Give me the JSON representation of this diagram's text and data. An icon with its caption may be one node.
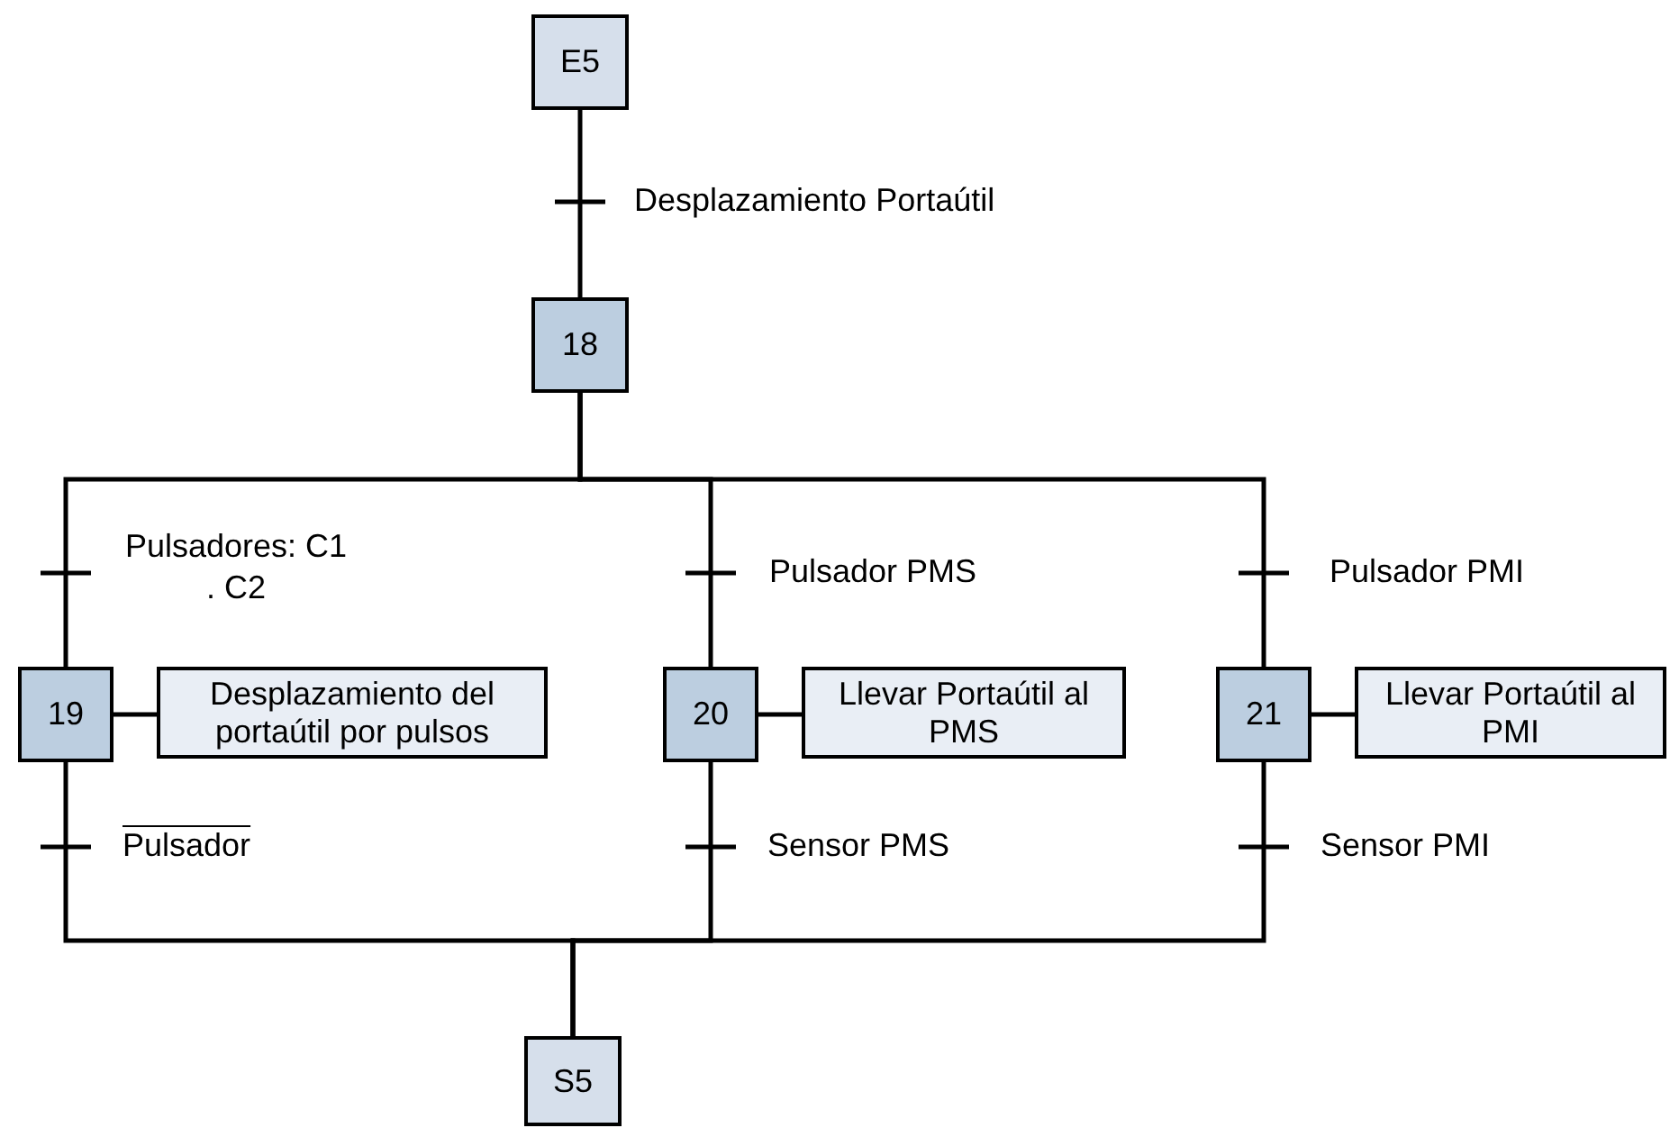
{
  "diagram": {
    "nodes": [
      {
        "text": [
          "E5"
        ]
      },
      {
        "text": [
          "18"
        ]
      },
      {
        "text": [
          "19"
        ]
      },
      {
        "text": [
          "Desplazamiento del portaútil por pulsos"
        ]
      },
      {
        "text": [
          "20"
        ]
      },
      {
        "text": [
          "Llevar Portaútil al PMS"
        ]
      },
      {
        "text": [
          "21"
        ]
      },
      {
        "text": [
          "Llevar Portaútil al PMI"
        ]
      },
      {
        "text": [
          "S5"
        ]
      }
    ],
    "edges": [
      {
        "from": 0,
        "to": 1,
        "arrow": "none",
        "label": "Desplazamiento Portaútil"
      },
      {
        "from": 1,
        "to": 2,
        "arrow": "none",
        "label": "Pulsadores: C1 . C2"
      },
      {
        "from": 1,
        "to": 4,
        "arrow": "none",
        "label": "Pulsador PMS"
      },
      {
        "from": 1,
        "to": 6,
        "arrow": "none",
        "label": "Pulsador PMI"
      },
      {
        "from": 2,
        "to": 3,
        "arrow": "none"
      },
      {
        "from": 4,
        "to": 5,
        "arrow": "none"
      },
      {
        "from": 6,
        "to": 7,
        "arrow": "none"
      },
      {
        "from": 2,
        "to": 8,
        "arrow": "none",
        "label": "Pulsador"
      },
      {
        "from": 4,
        "to": 8,
        "arrow": "none",
        "label": "Sensor PMS"
      },
      {
        "from": 6,
        "to": 8,
        "arrow": "none",
        "label": "Sensor PMI"
      }
    ]
  }
}
